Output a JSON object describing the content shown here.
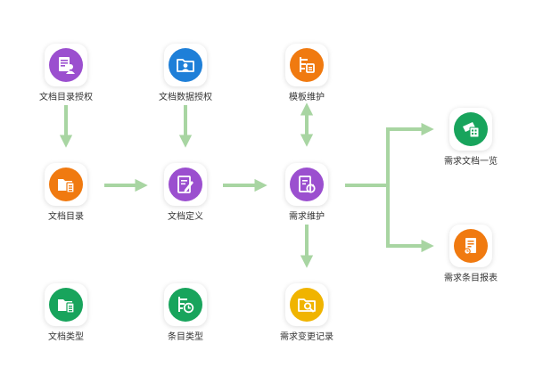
{
  "nodes": {
    "doc_catalog_auth": {
      "label": "文档目录授权",
      "icon": "catalog-user-icon",
      "color": "#9b4fcf"
    },
    "doc_data_auth": {
      "label": "文档数据授权",
      "icon": "folder-user-icon",
      "color": "#1e7fd8"
    },
    "template_maintenance": {
      "label": "模板维护",
      "icon": "template-list-icon",
      "color": "#f07a10"
    },
    "doc_catalog": {
      "label": "文档目录",
      "icon": "folder-list-icon",
      "color": "#f07a10"
    },
    "doc_definition": {
      "label": "文档定义",
      "icon": "document-edit-icon",
      "color": "#9b4fcf"
    },
    "requirement_maintenance": {
      "label": "需求维护",
      "icon": "document-refresh-icon",
      "color": "#9b4fcf"
    },
    "requirement_doc_overview": {
      "label": "需求文档一览",
      "icon": "document-grid-icon",
      "color": "#18a45c"
    },
    "requirement_item_report": {
      "label": "需求条目报表",
      "icon": "report-icon",
      "color": "#f07a10"
    },
    "doc_type": {
      "label": "文档类型",
      "icon": "folder-type-icon",
      "color": "#18a45c"
    },
    "item_type": {
      "label": "条目类型",
      "icon": "item-clock-icon",
      "color": "#18a45c"
    },
    "requirement_change_log": {
      "label": "需求变更记录",
      "icon": "folder-search-icon",
      "color": "#f0b400"
    }
  },
  "arrow_color": "#a8d5a2"
}
